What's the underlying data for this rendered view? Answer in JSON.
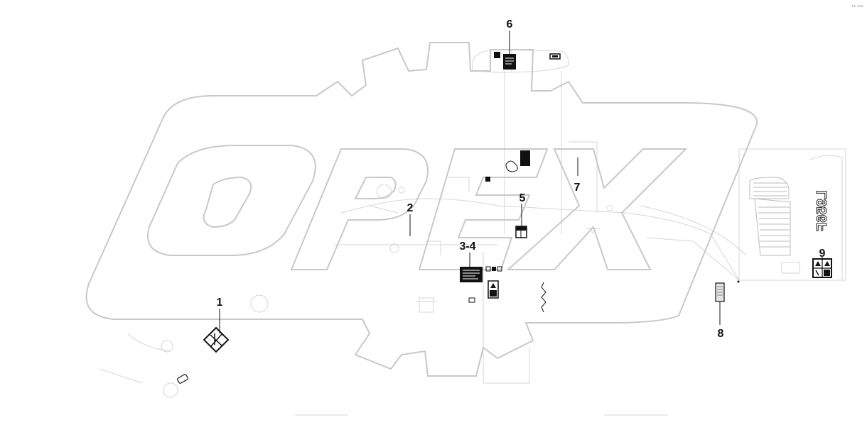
{
  "diagram": {
    "watermark": "OPEX",
    "corner_mark": "°° °°°",
    "model_badge": "L956F",
    "callouts": [
      {
        "id": "1",
        "label": "1"
      },
      {
        "id": "2",
        "label": "2"
      },
      {
        "id": "3-4",
        "label": "3-4"
      },
      {
        "id": "5",
        "label": "5"
      },
      {
        "id": "6",
        "label": "6"
      },
      {
        "id": "7",
        "label": "7"
      },
      {
        "id": "8",
        "label": "8"
      },
      {
        "id": "9",
        "label": "9"
      }
    ]
  }
}
